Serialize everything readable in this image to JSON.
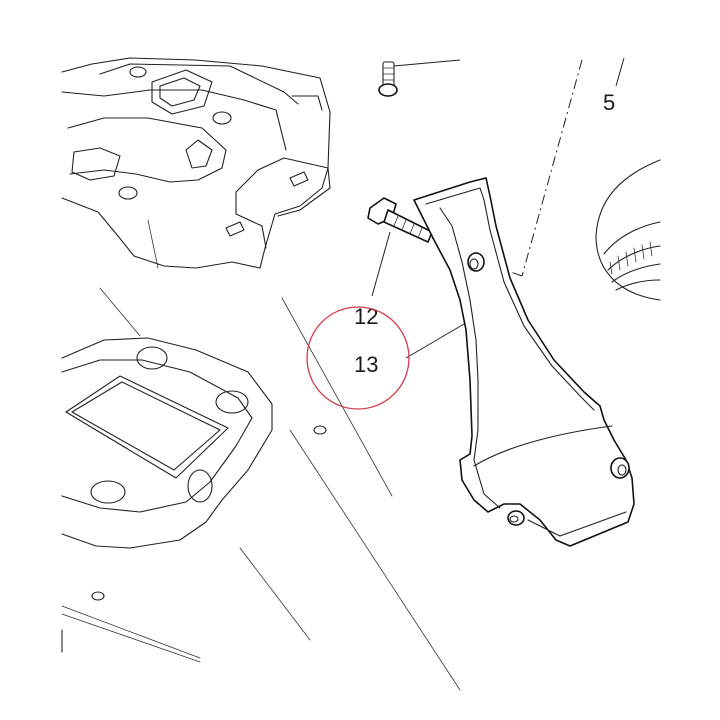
{
  "callouts": {
    "item_5": "5",
    "item_12": "12",
    "item_13": "13"
  },
  "colors": {
    "line": "#222222",
    "highlight_circle": "#d43a4a",
    "background": "#ffffff"
  },
  "highlight": {
    "target": "13"
  }
}
